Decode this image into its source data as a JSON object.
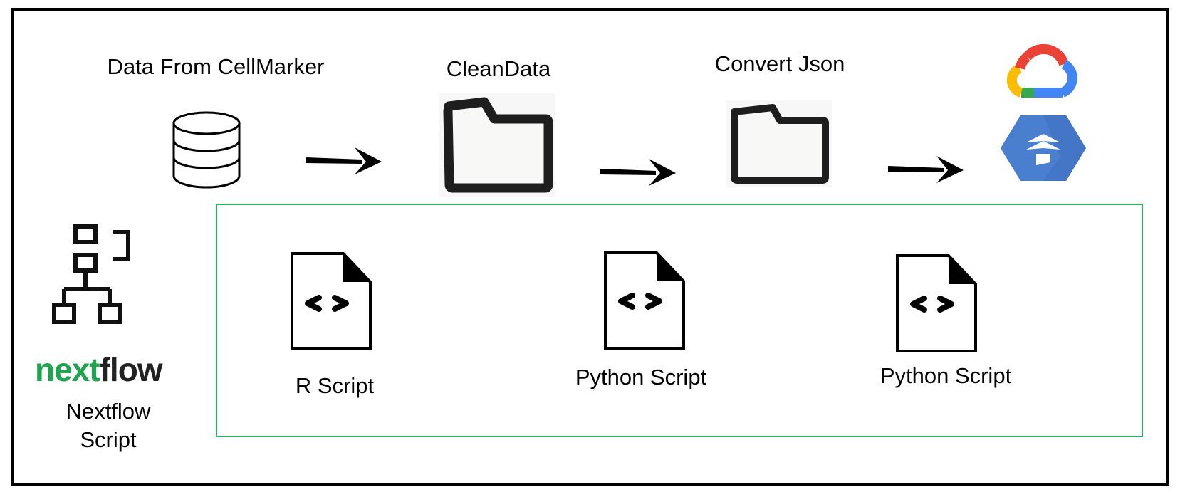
{
  "title_labels": {
    "source": "Data From CellMarker",
    "clean": "CleanData",
    "convert": "Convert Json"
  },
  "scripts": [
    {
      "label": "R Script",
      "icon": "code-file-icon"
    },
    {
      "label": "Python Script",
      "icon": "code-file-icon"
    },
    {
      "label": "Python Script",
      "icon": "code-file-icon"
    }
  ],
  "nextflow": {
    "brand_prefix": "next",
    "brand_suffix": "flow",
    "caption_line1": "Nextflow",
    "caption_line2": "Script"
  },
  "colors": {
    "frame": "#000000",
    "stage_box": "#2fae5f",
    "nextflow_green": "#1fa34e",
    "cloud_red": "#ea4335",
    "cloud_yellow": "#fbbc04",
    "cloud_green": "#34a853",
    "cloud_blue": "#4285f4",
    "bq_blue": "#4a7fd0"
  },
  "icons": [
    "database-icon",
    "folder-icon",
    "folder-icon",
    "google-cloud-icon",
    "bigquery-icon",
    "workflow-icon",
    "arrow-right-icon"
  ]
}
